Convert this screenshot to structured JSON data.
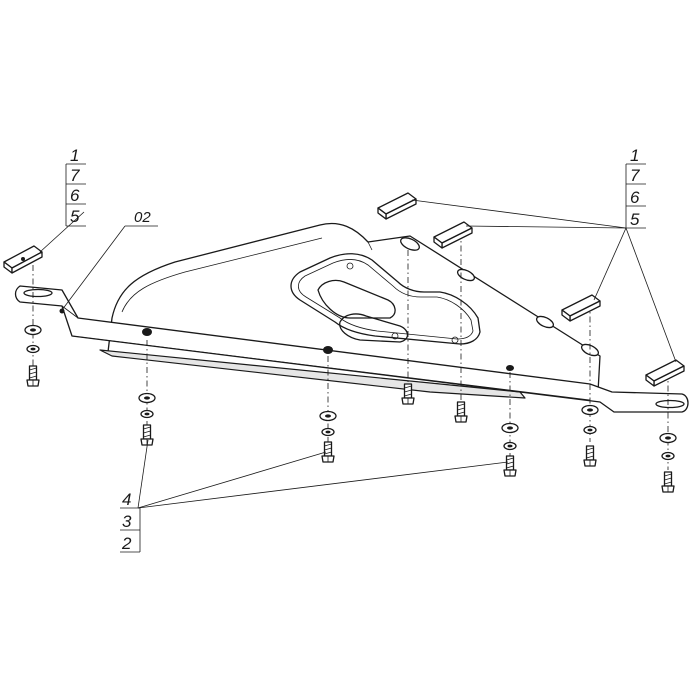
{
  "callouts": {
    "left_stack": [
      "1",
      "7",
      "6",
      "5"
    ],
    "right_stack": [
      "1",
      "7",
      "6",
      "5"
    ],
    "bottom_stack": [
      "4",
      "3",
      "2"
    ],
    "assembly": "02"
  }
}
